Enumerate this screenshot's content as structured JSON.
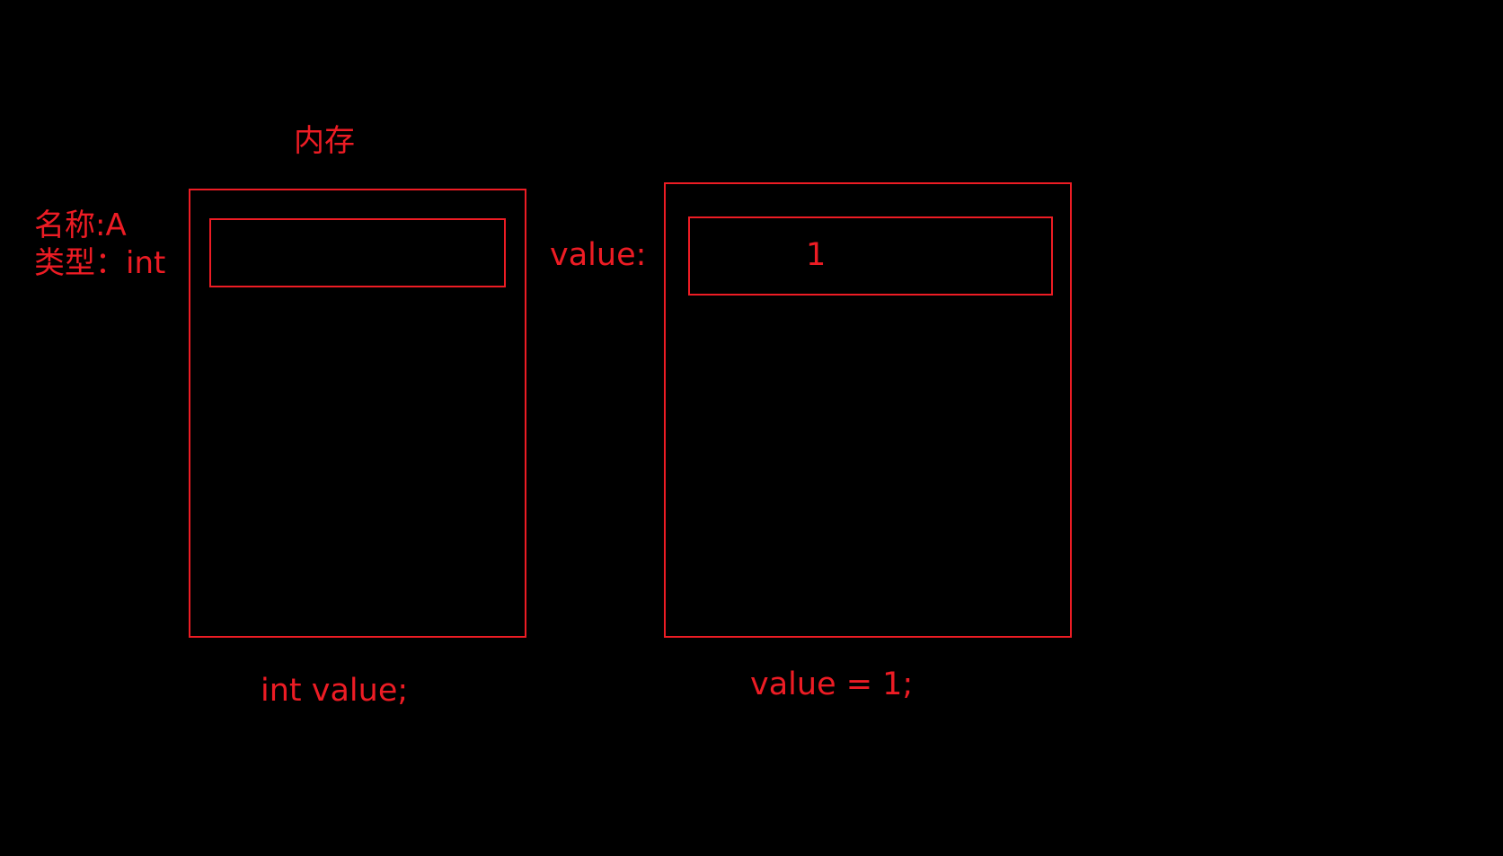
{
  "diagram": {
    "title": "内存",
    "variable": {
      "name_label": "名称:A",
      "type_label": "类型：int"
    },
    "value_label": "value:",
    "slot_value": "1",
    "captions": {
      "declaration": "int value;",
      "assignment": "value = 1;"
    },
    "colors": {
      "background": "#000000",
      "stroke": "#ed1c24"
    }
  }
}
